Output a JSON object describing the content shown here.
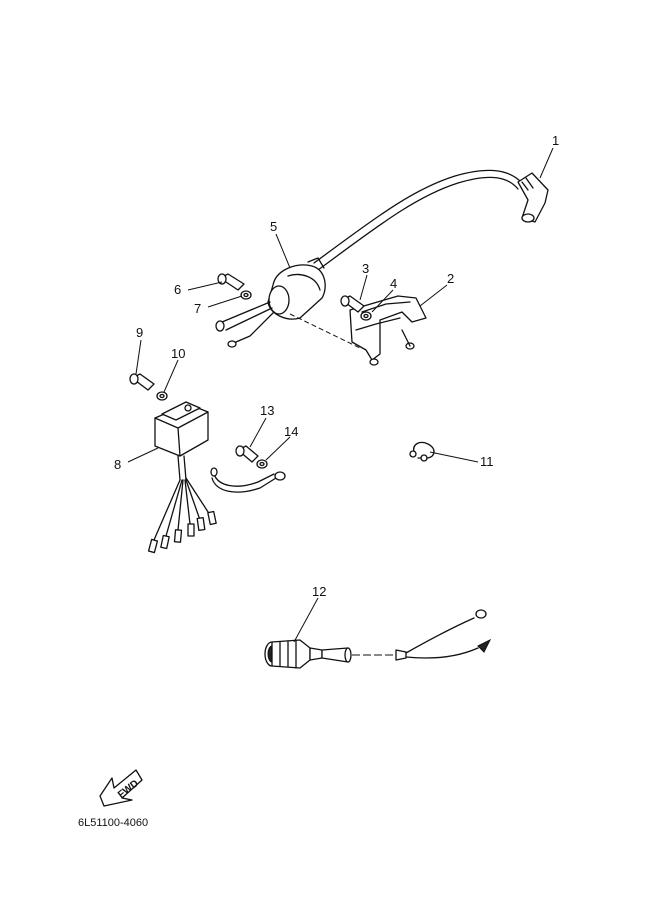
{
  "diagram": {
    "callouts": [
      "1",
      "2",
      "3",
      "4",
      "5",
      "6",
      "7",
      "8",
      "9",
      "10",
      "11",
      "12",
      "13",
      "14"
    ],
    "fwd_label": "FWD",
    "diagram_code": "6L51100-4060"
  }
}
